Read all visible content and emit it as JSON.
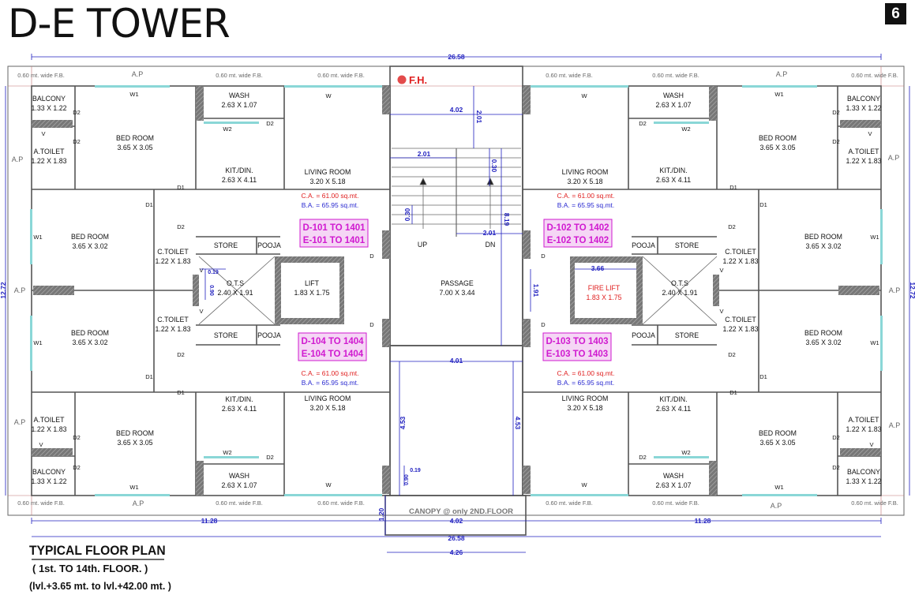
{
  "header": {
    "title": "D-E TOWER",
    "page_number": "6"
  },
  "caption": {
    "title": "TYPICAL FLOOR PLAN",
    "subtitle": "( 1st. TO 14th. FLOOR. )",
    "levels": "(lvl.+3.65 mt. to lvl.+42.00 mt. )"
  },
  "plan": {
    "fh_label": "F.H.",
    "canopy": "CANOPY @ only 2ND.FLOOR",
    "fb_label": "0.60 mt. wide F.B.",
    "ap_label": "A.P",
    "area_ca": "C.A. = 61.00 sq.mt.",
    "area_ba": "B.A. = 65.95 sq.mt.",
    "units": {
      "top_left": [
        "D-101 TO 1401",
        "E-101 TO 1401"
      ],
      "top_right": [
        "D-102 TO 1402",
        "E-102 TO 1402"
      ],
      "bottom_left": [
        "D-104 TO 1404",
        "E-104 TO 1404"
      ],
      "bottom_right": [
        "D-103 TO 1403",
        "E-103 TO 1403"
      ]
    },
    "rooms": {
      "balcony": {
        "name": "BALCONY",
        "size": "1.33 X 1.22"
      },
      "a_toilet": {
        "name": "A.TOILET",
        "size": "1.22 X 1.83"
      },
      "bed_room_a": {
        "name": "BED ROOM",
        "size": "3.65 X 3.05"
      },
      "bed_room_b": {
        "name": "BED ROOM",
        "size": "3.65 X 3.02"
      },
      "wash": {
        "name": "WASH",
        "size": "2.63 X 1.07"
      },
      "kit_din": {
        "name": "KIT./DIN.",
        "size": "2.63 X 4.11"
      },
      "living_room": {
        "name": "LIVING ROOM",
        "size": "3.20 X 5.18"
      },
      "c_toilet": {
        "name": "C.TOILET",
        "size": "1.22 X 1.83"
      },
      "store": {
        "name": "STORE"
      },
      "pooja": {
        "name": "POOJA"
      },
      "ots": {
        "name": "O.T.S",
        "size": "2.40 X 1.91"
      },
      "lift": {
        "name": "LIFT",
        "size": "1.83 X 1.75"
      },
      "fire_lift": {
        "name": "FIRE LIFT",
        "size": "1.83 X 1.75"
      },
      "passage": {
        "name": "PASSAGE",
        "size": "7.00 X 3.44"
      },
      "up": "UP",
      "dn": "DN"
    },
    "doors": {
      "d1": "D1",
      "d2": "D2",
      "d": "D",
      "w": "W",
      "w1": "W1",
      "w2": "W2",
      "v": "V"
    },
    "dimensions": {
      "total_width": "26.58",
      "total_height": "12.72",
      "wing_width": "11.28",
      "stair_width": "4.02",
      "stair_lower_width": "4.01",
      "stair_depth": "8.19",
      "d201": "2.01",
      "d030": "0.30",
      "d366": "3.66",
      "d191": "1.91",
      "d019": "0.19",
      "d090": "0.90",
      "d453": "4.53",
      "d120": "1.20",
      "d426": "4.26"
    },
    "colors": {
      "wall": "#555555",
      "dimension": "#1f1fbf",
      "area_ca": "#e02020",
      "area_ba": "#2a2ad0",
      "unit_label": "#d01ad0",
      "unit_box": "#f5d6f5",
      "window": "#8ad7d7",
      "grid": "#c07070"
    }
  }
}
